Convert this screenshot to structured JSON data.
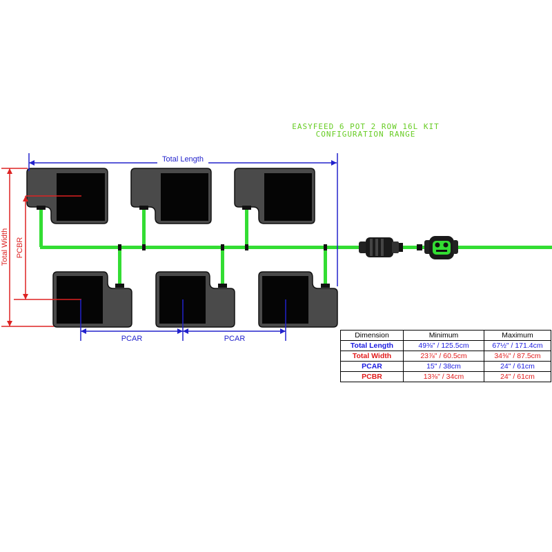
{
  "title": {
    "line1": "EASYFEED 6 POT 2 ROW 16L KIT",
    "line2": "CONFIGURATION RANGE"
  },
  "labels": {
    "total_length": "Total Length",
    "total_width": "Total Width",
    "pcbr": "PCBR",
    "pcar_left": "PCAR",
    "pcar_right": "PCAR"
  },
  "table": {
    "headers": [
      "Dimension",
      "Minimum",
      "Maximum"
    ],
    "rows": [
      {
        "name": "Total Length",
        "min": "49⅜\" / 125.5cm",
        "max": "67½\" / 171.4cm",
        "color": "#1a1ae0"
      },
      {
        "name": "Total Width",
        "min": "23⅞\" / 60.5cm",
        "max": "34⅜\" / 87.5cm",
        "color": "#e01a1a"
      },
      {
        "name": "PCAR",
        "min": "15\" / 38cm",
        "max": "24\" / 61cm",
        "color": "#1a1ae0"
      },
      {
        "name": "PCBR",
        "min": "13⅜\" / 34cm",
        "max": "24\" / 61cm",
        "color": "#e01a1a"
      }
    ]
  },
  "colors": {
    "tube_green": "#33dd33",
    "pot_grey": "#4a4a4a",
    "blue_dimension": "#2222cc",
    "red_dimension": "#dd2222",
    "title_green": "#66cc22"
  }
}
